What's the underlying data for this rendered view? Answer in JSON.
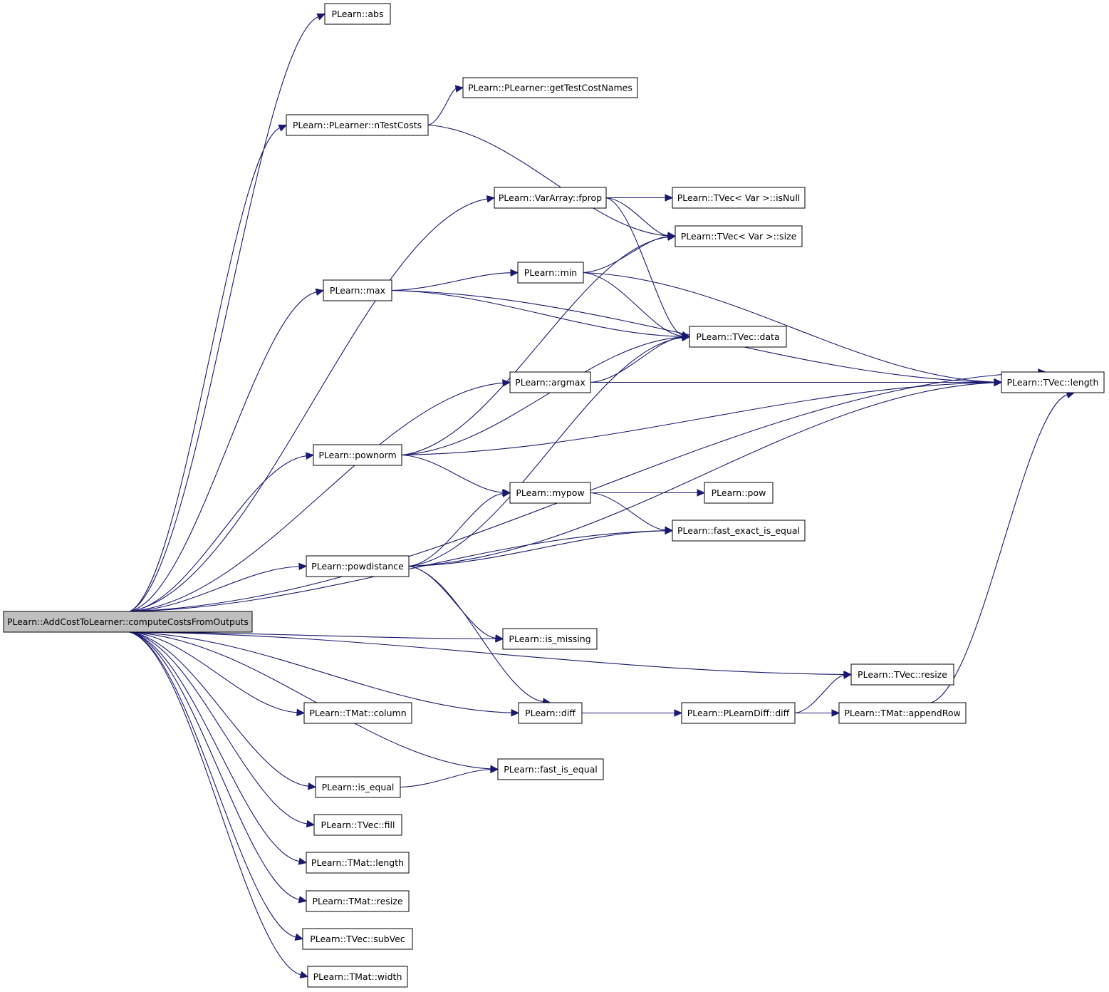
{
  "colors": {
    "edge": "#191970",
    "root_fill": "#bfbfbf",
    "node_fill": "#ffffff",
    "node_border": "#000000"
  },
  "nodes": {
    "root": "PLearn::AddCostToLearner::computeCostsFromOutputs",
    "abs": "PLearn::abs",
    "getTestCostNames": "PLearn::PLearner::getTestCostNames",
    "nTestCosts": "PLearn::PLearner::nTestCosts",
    "fprop": "PLearn::VarArray::fprop",
    "isNull": "PLearn::TVec< Var >::isNull",
    "sizeVar": "PLearn::TVec< Var >::size",
    "min": "PLearn::min",
    "max": "PLearn::max",
    "data": "PLearn::TVec::data",
    "argmax": "PLearn::argmax",
    "length": "PLearn::TVec::length",
    "pownorm": "PLearn::pownorm",
    "mypow": "PLearn::mypow",
    "pow": "PLearn::pow",
    "fastExact": "PLearn::fast_exact_is_equal",
    "powdistance": "PLearn::powdistance",
    "isMissing": "PLearn::is_missing",
    "tvecResize": "PLearn::TVec::resize",
    "column": "PLearn::TMat::column",
    "diff": "PLearn::diff",
    "plearnDiff": "PLearn::PLearnDiff::diff",
    "appendRow": "PLearn::TMat::appendRow",
    "fastIsEqual": "PLearn::fast_is_equal",
    "isEqual": "PLearn::is_equal",
    "fill": "PLearn::TVec::fill",
    "tmatLength": "PLearn::TMat::length",
    "tmatResize": "PLearn::TMat::resize",
    "subVec": "PLearn::TVec::subVec",
    "width": "PLearn::TMat::width"
  },
  "edges": [
    [
      "root",
      "abs"
    ],
    [
      "root",
      "length"
    ],
    [
      "root",
      "nTestCosts"
    ],
    [
      "root",
      "fprop"
    ],
    [
      "root",
      "max"
    ],
    [
      "root",
      "argmax"
    ],
    [
      "root",
      "pownorm"
    ],
    [
      "root",
      "fastExact"
    ],
    [
      "root",
      "powdistance"
    ],
    [
      "root",
      "isMissing"
    ],
    [
      "root",
      "tvecResize"
    ],
    [
      "root",
      "column"
    ],
    [
      "root",
      "diff"
    ],
    [
      "root",
      "fastIsEqual"
    ],
    [
      "root",
      "isEqual"
    ],
    [
      "root",
      "fill"
    ],
    [
      "root",
      "tmatLength"
    ],
    [
      "root",
      "tmatResize"
    ],
    [
      "root",
      "subVec"
    ],
    [
      "root",
      "width"
    ],
    [
      "nTestCosts",
      "getTestCostNames"
    ],
    [
      "nTestCosts",
      "sizeVar"
    ],
    [
      "fprop",
      "isNull"
    ],
    [
      "fprop",
      "sizeVar"
    ],
    [
      "fprop",
      "data"
    ],
    [
      "max",
      "min"
    ],
    [
      "max",
      "data"
    ],
    [
      "max",
      "length"
    ],
    [
      "min",
      "sizeVar"
    ],
    [
      "min",
      "data"
    ],
    [
      "min",
      "length"
    ],
    [
      "argmax",
      "data"
    ],
    [
      "argmax",
      "length"
    ],
    [
      "pownorm",
      "sizeVar"
    ],
    [
      "pownorm",
      "data"
    ],
    [
      "pownorm",
      "length"
    ],
    [
      "pownorm",
      "mypow"
    ],
    [
      "mypow",
      "pow"
    ],
    [
      "mypow",
      "fastExact"
    ],
    [
      "powdistance",
      "data"
    ],
    [
      "powdistance",
      "mypow"
    ],
    [
      "powdistance",
      "fastExact"
    ],
    [
      "powdistance",
      "length"
    ],
    [
      "powdistance",
      "isMissing"
    ],
    [
      "powdistance",
      "diff"
    ],
    [
      "diff",
      "plearnDiff"
    ],
    [
      "plearnDiff",
      "tvecResize"
    ],
    [
      "plearnDiff",
      "appendRow"
    ],
    [
      "appendRow",
      "length"
    ],
    [
      "isEqual",
      "fastIsEqual"
    ]
  ]
}
